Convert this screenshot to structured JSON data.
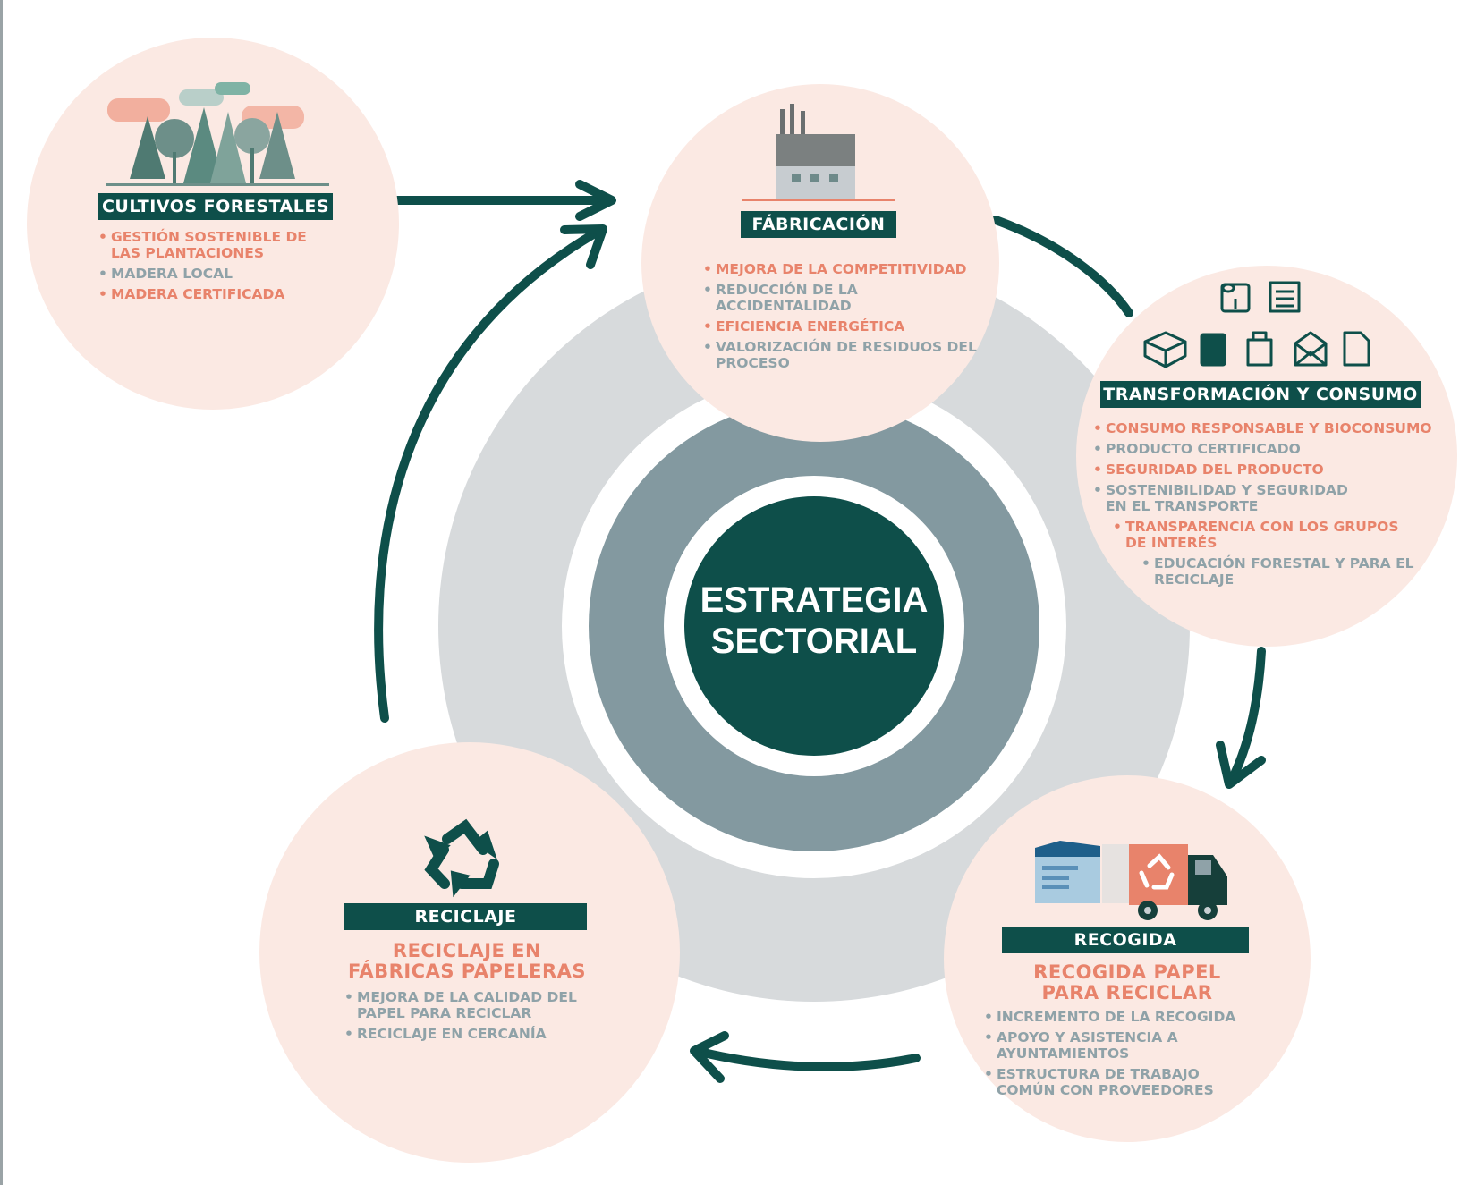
{
  "center": {
    "line1": "ESTRATEGIA",
    "line2": "SECTORIAL"
  },
  "colors": {
    "dark_teal": "#0e4f4a",
    "slate_ring": "#8399a0",
    "light_ring": "#d7dadc",
    "node_fill": "#fbe9e3",
    "orange": "#e8836b",
    "grey_text": "#8fa2a8"
  },
  "nodes": {
    "cultivos": {
      "icon": "forest-icon",
      "label": "CULTIVOS FORESTALES",
      "items": [
        {
          "text": "GESTIÓN SOSTENIBLE DE LAS PLANTACIONES",
          "color": "orange"
        },
        {
          "text": "MADERA LOCAL",
          "color": "grey"
        },
        {
          "text": "MADERA CERTIFICADA",
          "color": "orange"
        }
      ]
    },
    "fabricacion": {
      "icon": "factory-icon",
      "label": "FÁBRICACIÓN",
      "items": [
        {
          "text": "MEJORA DE LA COMPETITIVIDAD",
          "color": "orange"
        },
        {
          "text": "REDUCCIÓN DE LA ACCIDENTALIDAD",
          "color": "grey"
        },
        {
          "text": "EFICIENCIA ENERGÉTICA",
          "color": "orange"
        },
        {
          "text": "VALORIZACIÓN DE RESIDUOS DEL PROCESO",
          "color": "grey"
        }
      ]
    },
    "transformacion": {
      "icons": [
        "toilet-paper-icon",
        "newspaper-icon",
        "box-icon",
        "book-icon",
        "bag-icon",
        "envelope-icon",
        "sheet-icon"
      ],
      "label": "TRANSFORMACIÓN Y CONSUMO",
      "items": [
        {
          "text": "CONSUMO RESPONSABLE Y BIOCONSUMO",
          "color": "orange"
        },
        {
          "text": "PRODUCTO CERTIFICADO",
          "color": "grey"
        },
        {
          "text": "SEGURIDAD DEL PRODUCTO",
          "color": "orange"
        },
        {
          "text": "SOSTENIBILIDAD Y SEGURIDAD EN EL TRANSPORTE",
          "color": "grey"
        },
        {
          "text": "TRANSPARENCIA CON LOS GRUPOS DE INTERÉS",
          "color": "orange"
        },
        {
          "text": "EDUCACIÓN FORESTAL Y PARA EL RECICLAJE",
          "color": "grey"
        }
      ]
    },
    "recogida": {
      "icons": [
        "container-icon",
        "truck-icon"
      ],
      "label": "RECOGIDA",
      "subtitle_line1": "RECOGIDA PAPEL",
      "subtitle_line2": "PARA RECICLAR",
      "items": [
        {
          "text": "INCREMENTO DE LA RECOGIDA",
          "color": "grey"
        },
        {
          "text": "APOYO Y ASISTENCIA A AYUNTAMIENTOS",
          "color": "grey"
        },
        {
          "text": "ESTRUCTURA DE TRABAJO COMÚN CON PROVEEDORES",
          "color": "grey"
        }
      ]
    },
    "reciclaje": {
      "icon": "recycle-icon",
      "label": "RECICLAJE",
      "subtitle_line1": "RECICLAJE EN",
      "subtitle_line2": "FÁBRICAS PAPELERAS",
      "items": [
        {
          "text": "MEJORA DE LA CALIDAD DEL PAPEL PARA RECICLAR",
          "color": "grey"
        },
        {
          "text": "RECICLAJE EN CERCANÍA",
          "color": "grey"
        }
      ]
    }
  }
}
